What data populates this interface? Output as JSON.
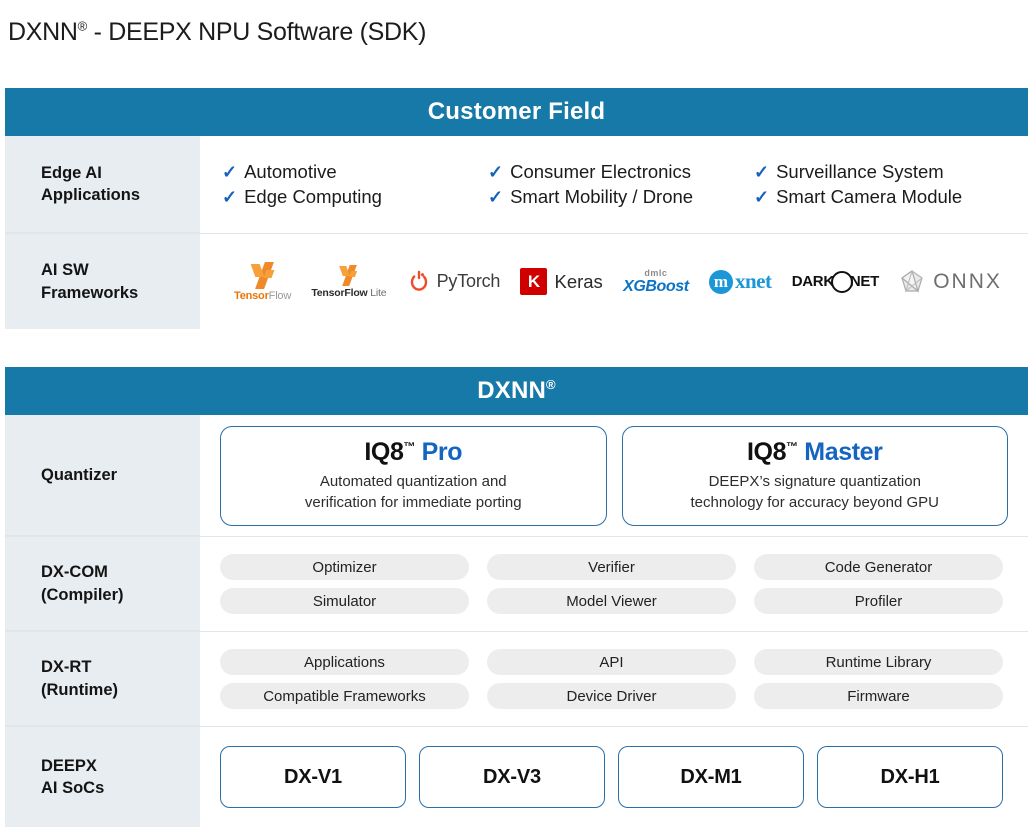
{
  "page": {
    "title_main": "DXNN",
    "title_sup": "®",
    "title_rest": " - DEEPX NPU Software (SDK)"
  },
  "colors": {
    "band_blue": "#1679A7",
    "label_gray": "#E7EDF0",
    "accent_blue": "#1565C0",
    "check_blue": "#1562BE",
    "card_border": "#2A6FA8",
    "pill_gray": "#EDEDED"
  },
  "customer_section": {
    "band_title": "Customer Field",
    "rows": {
      "edge_ai": {
        "label_line1": "Edge AI",
        "label_line2": "Applications",
        "columns": [
          {
            "items": [
              "Automotive",
              "Edge Computing"
            ]
          },
          {
            "items": [
              "Consumer Electronics",
              "Smart Mobility / Drone"
            ]
          },
          {
            "items": [
              "Surveillance System",
              "Smart Camera Module"
            ]
          }
        ]
      },
      "frameworks": {
        "label_line1": "AI SW",
        "label_line2": "Frameworks",
        "logos": [
          {
            "icon": "tensorflow-logo",
            "name_bold": "Tensor",
            "name_light": "Flow"
          },
          {
            "icon": "tensorflow-lite-logo",
            "name_bold": "TensorFlow",
            "name_light": " Lite"
          },
          {
            "icon": "pytorch-logo",
            "name": "PyTorch"
          },
          {
            "icon": "keras-logo",
            "mark": "K",
            "name": "Keras"
          },
          {
            "icon": "xgboost-logo",
            "top": "dmlc",
            "name": "XGBoost"
          },
          {
            "icon": "mxnet-logo",
            "mark": "m",
            "name": "xnet"
          },
          {
            "icon": "darknet-logo",
            "part1": "DARK",
            "part2": "NET"
          },
          {
            "icon": "onnx-logo",
            "name": "ONNX"
          }
        ]
      }
    }
  },
  "dxnn_section": {
    "band_title": "DXNN",
    "band_title_sup": "®",
    "rows": {
      "quantizer": {
        "label_line1": "Quantizer",
        "cards": [
          {
            "title_base": "IQ8",
            "title_tm": "™",
            "title_accent": "Pro",
            "desc_line1": "Automated quantization and",
            "desc_line2": "verification for immediate porting"
          },
          {
            "title_base": "IQ8",
            "title_tm": "™",
            "title_accent": "Master",
            "desc_line1": "DEEPX’s signature quantization",
            "desc_line2": "technology for accuracy beyond GPU"
          }
        ]
      },
      "dx_com": {
        "label_line1": "DX-COM",
        "label_line2": "(Compiler)",
        "columns": [
          {
            "items": [
              "Optimizer",
              "Simulator"
            ]
          },
          {
            "items": [
              "Verifier",
              "Model Viewer"
            ]
          },
          {
            "items": [
              "Code Generator",
              "Profiler"
            ]
          }
        ]
      },
      "dx_rt": {
        "label_line1": "DX-RT",
        "label_line2": "(Runtime)",
        "columns": [
          {
            "items": [
              "Applications",
              "Compatible Frameworks"
            ]
          },
          {
            "items": [
              "API",
              "Device Driver"
            ]
          },
          {
            "items": [
              "Runtime Library",
              "Firmware"
            ]
          }
        ]
      },
      "socs": {
        "label_line1": "DEEPX",
        "label_line2": "AI SoCs",
        "boxes": [
          "DX-V1",
          "DX-V3",
          "DX-M1",
          "DX-H1"
        ]
      }
    }
  }
}
